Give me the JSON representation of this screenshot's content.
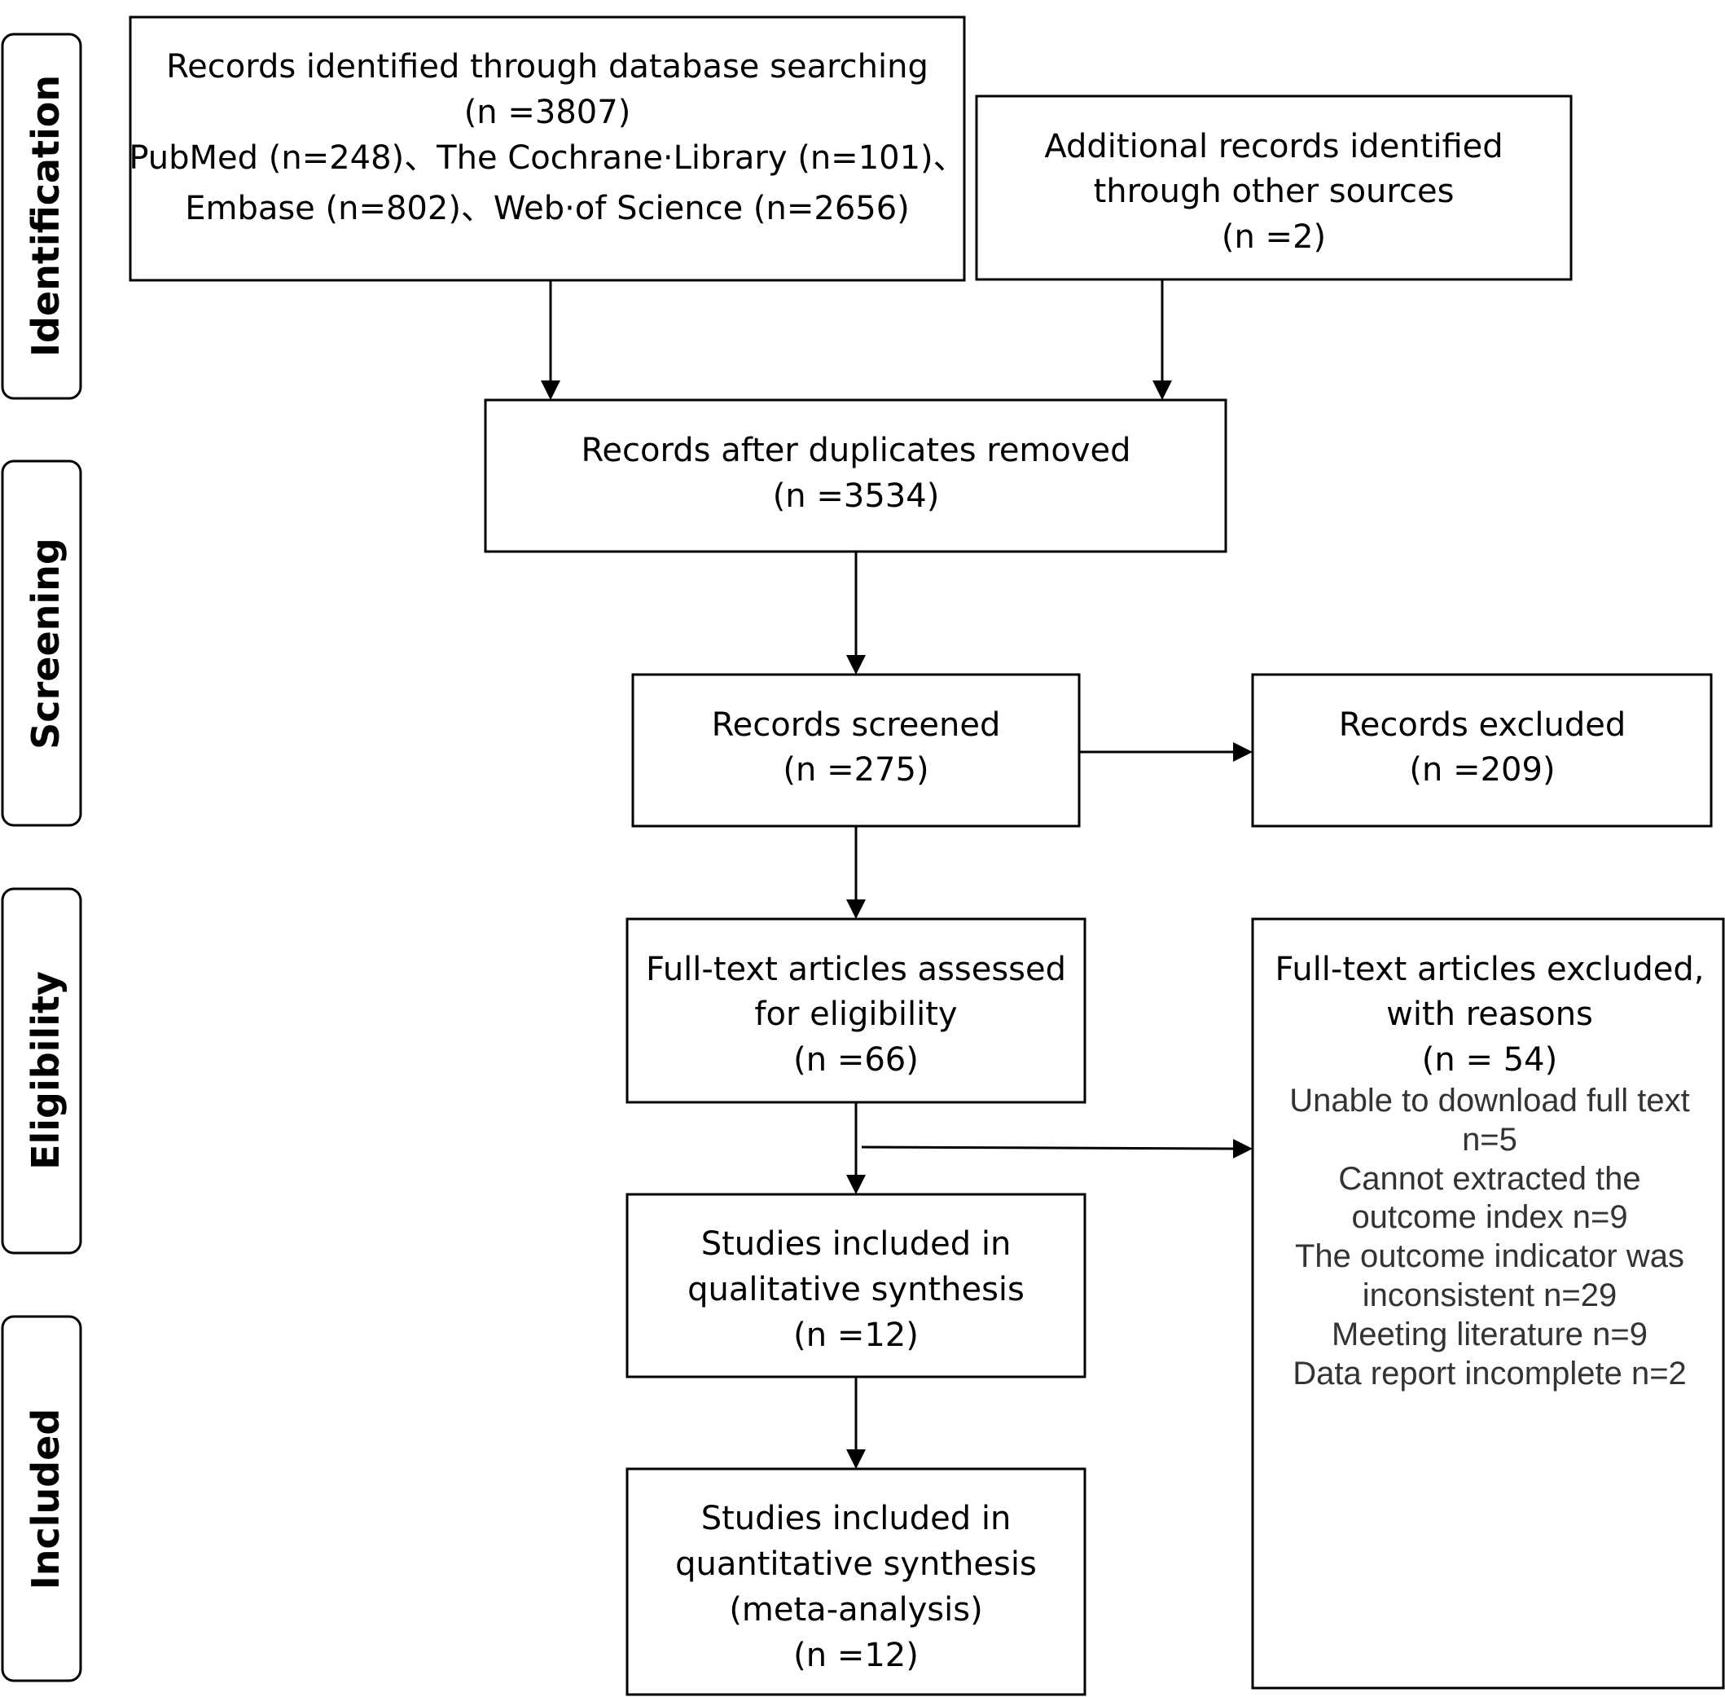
{
  "phases": {
    "identification": "Identification",
    "screening": "Screening",
    "eligibility": "Eligibility",
    "included": "Included"
  },
  "boxes": {
    "db_search": {
      "lines": [
        "Records identified through database searching",
        "(n =3807)",
        "PubMed (n=248)、The Cochrane·Library (n=101)、",
        "Embase (n=802)、Web·of Science (n=2656)"
      ]
    },
    "other_sources": {
      "lines": [
        "Additional records identified",
        "through other sources",
        "(n =2)"
      ]
    },
    "after_duplicates": {
      "lines": [
        "Records after duplicates removed",
        "(n =3534)"
      ]
    },
    "screened": {
      "lines": [
        "Records screened",
        "(n =275)"
      ]
    },
    "excluded": {
      "lines": [
        "Records excluded",
        "(n =209)"
      ]
    },
    "full_text": {
      "lines": [
        "Full-text articles assessed",
        "for eligibility",
        "(n =66)"
      ]
    },
    "full_text_excluded": {
      "lines": [
        "Full-text articles excluded,",
        "with reasons",
        "(n = 54)"
      ],
      "reasons": [
        "Unable to download full text",
        "n=5",
        "Cannot extracted the",
        "outcome index n=9",
        "The outcome indicator was",
        "inconsistent n=29",
        "Meeting literature n=9",
        "Data report incomplete n=2"
      ]
    },
    "qualitative": {
      "lines": [
        "Studies included in",
        "qualitative synthesis",
        "(n =12)"
      ]
    },
    "quantitative": {
      "lines": [
        "Studies included in",
        "quantitative synthesis",
        "(meta-analysis)",
        "(n =12)"
      ]
    }
  }
}
